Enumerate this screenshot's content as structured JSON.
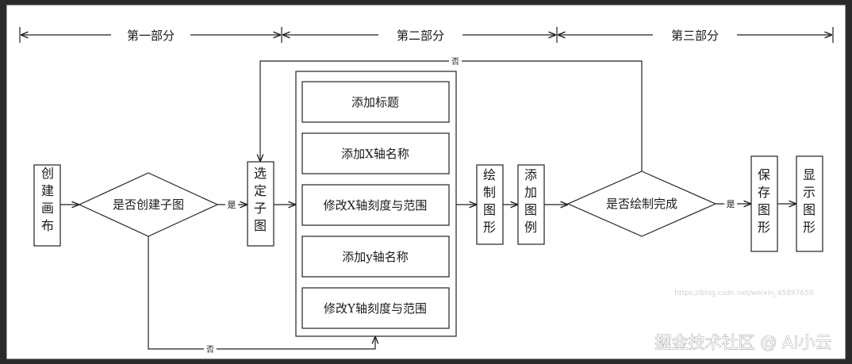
{
  "sections": [
    "第一部分",
    "第二部分",
    "第三部分"
  ],
  "nodes": {
    "create_canvas": "创建画布",
    "decision_subplot": "是否创建子图",
    "select_subplot": "选定子图",
    "add_title": "添加标题",
    "add_xlabel": "添加X轴名称",
    "modify_x": "修改X轴刻度与范围",
    "add_ylabel": "添加y轴名称",
    "modify_y": "修改Y轴刻度与范围",
    "draw_figure": "绘制图形",
    "add_legend": "添加图例",
    "decision_done": "是否绘制完成",
    "save_figure": "保存图形",
    "show_figure": "显示图形"
  },
  "edge_labels": {
    "yes": "是",
    "no": "否"
  },
  "watermark": "掘金技术社区 @ AI小云",
  "faint_url": "https://blog.csdn.net/weixin_45897650"
}
